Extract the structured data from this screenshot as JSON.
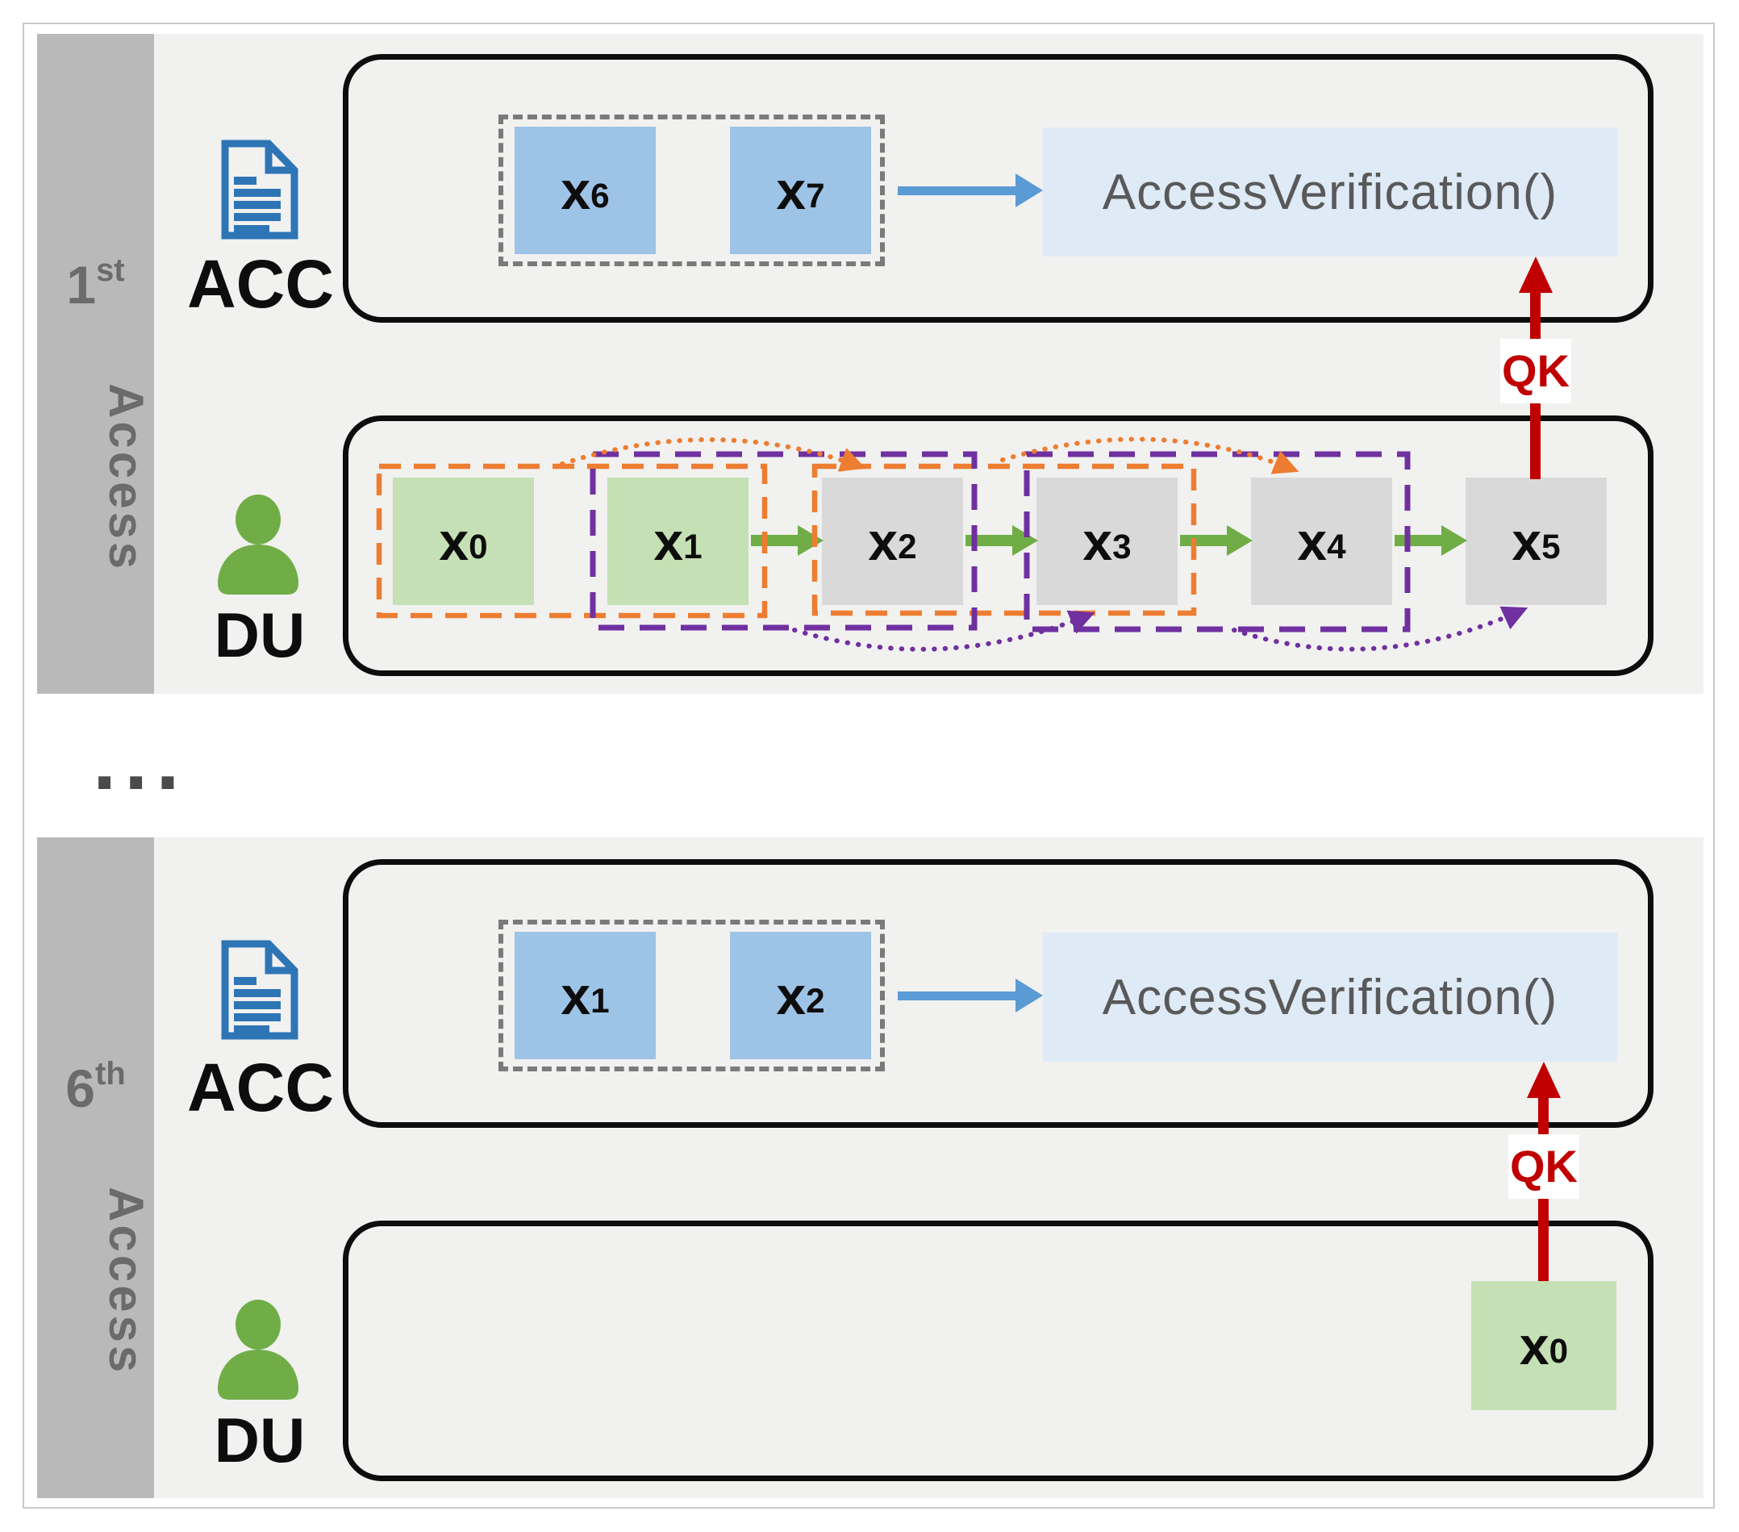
{
  "colors": {
    "section_bg": "#f1f1f0",
    "sidebar_bg": "#b9b9b9",
    "sidebar_text": "#6b6b6b",
    "blue_token": "#9DC3E6",
    "blue_arrow": "#5B9BD5",
    "function_box_bg": "#DEEAF6",
    "function_text": "#595959",
    "document_icon_blue": "#2E75B6",
    "green_icon_arrow": "#70AD47",
    "green_token": "#C5E0B4",
    "gray_token": "#D9D9D9",
    "orange_window": "#ED7D31",
    "purple_window": "#7030A0",
    "qk_red": "#C00000",
    "dash_gray": "#7a7a7a"
  },
  "divider_label": "...",
  "first_access": {
    "ordinal": "1",
    "ordinal_suffix": "st",
    "access_word": "Access",
    "acc_label": "ACC",
    "du_label": "DU",
    "qk_label": "QK",
    "function_label": "AccessVerification()",
    "acc_tokens": [
      {
        "base": "x",
        "sub": "6"
      },
      {
        "base": "x",
        "sub": "7"
      }
    ],
    "du_tokens": [
      {
        "base": "x",
        "sub": "0"
      },
      {
        "base": "x",
        "sub": "1"
      },
      {
        "base": "x",
        "sub": "2"
      },
      {
        "base": "x",
        "sub": "3"
      },
      {
        "base": "x",
        "sub": "4"
      },
      {
        "base": "x",
        "sub": "5"
      }
    ]
  },
  "sixth_access": {
    "ordinal": "6",
    "ordinal_suffix": "th",
    "access_word": "Access",
    "acc_label": "ACC",
    "du_label": "DU",
    "qk_label": "QK",
    "function_label": "AccessVerification()",
    "acc_tokens": [
      {
        "base": "x",
        "sub": "1"
      },
      {
        "base": "x",
        "sub": "2"
      }
    ],
    "du_tokens": [
      {
        "base": "x",
        "sub": "0"
      }
    ]
  }
}
